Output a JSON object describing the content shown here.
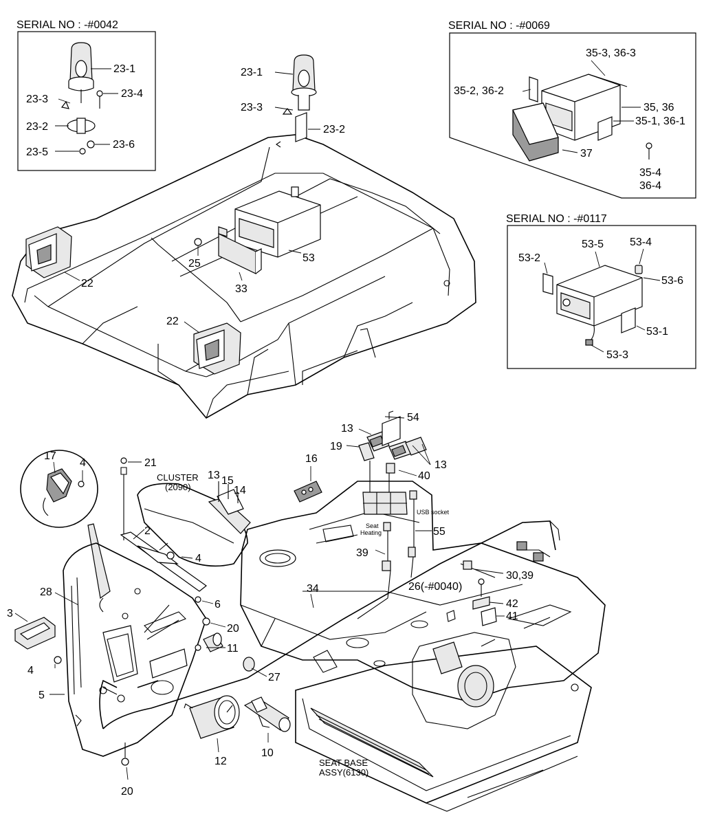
{
  "headers": {
    "serial_a": "SERIAL NO : -#0042",
    "serial_b": "SERIAL NO : -#0069",
    "serial_c": "SERIAL NO : -#0117"
  },
  "labels": {
    "l23_1a": "23-1",
    "l23_3a": "23-3",
    "l23_4": "23-4",
    "l23_2a": "23-2",
    "l23_5": "23-5",
    "l23_6": "23-6",
    "l23_1b": "23-1",
    "l23_3b": "23-3",
    "l23_2b": "23-2",
    "l35_3": "35-3, 36-3",
    "l35_2": "35-2, 36-2",
    "l35": "35, 36",
    "l35_1": "35-1, 36-1",
    "l37": "37",
    "l35_4": "35-4",
    "l36_4": "36-4",
    "l22a": "22",
    "l22b": "22",
    "l25": "25",
    "l33": "33",
    "l53": "53",
    "l53_5": "53-5",
    "l53_4": "53-4",
    "l53_2": "53-2",
    "l53_6": "53-6",
    "l53_1": "53-1",
    "l53_3": "53-3",
    "l13a": "13",
    "l54": "54",
    "l19": "19",
    "l13b": "13",
    "l40": "40",
    "l16": "16",
    "l17": "17",
    "l4a": "4",
    "l21": "21",
    "cluster": "CLUSTER",
    "cluster_no": "(2090)",
    "l13c": "13",
    "l15": "15",
    "l14": "14",
    "l2": "2",
    "l4b": "4",
    "usb": "USB socket",
    "seat_heat_1": "Seat",
    "seat_heat_2": "Heating",
    "l55": "55",
    "l39": "39",
    "l30_39": "30,39",
    "l26": "26(-#0040)",
    "l42": "42",
    "l41": "41",
    "l34": "34",
    "l28": "28",
    "l6": "6",
    "l3": "3",
    "l20a": "20",
    "l11": "11",
    "l4c": "4",
    "l5": "5",
    "l27": "27",
    "l12": "12",
    "l10": "10",
    "l20b": "20",
    "seat_base_1": "SEAT BASE",
    "seat_base_2": "ASSY(6130)"
  }
}
